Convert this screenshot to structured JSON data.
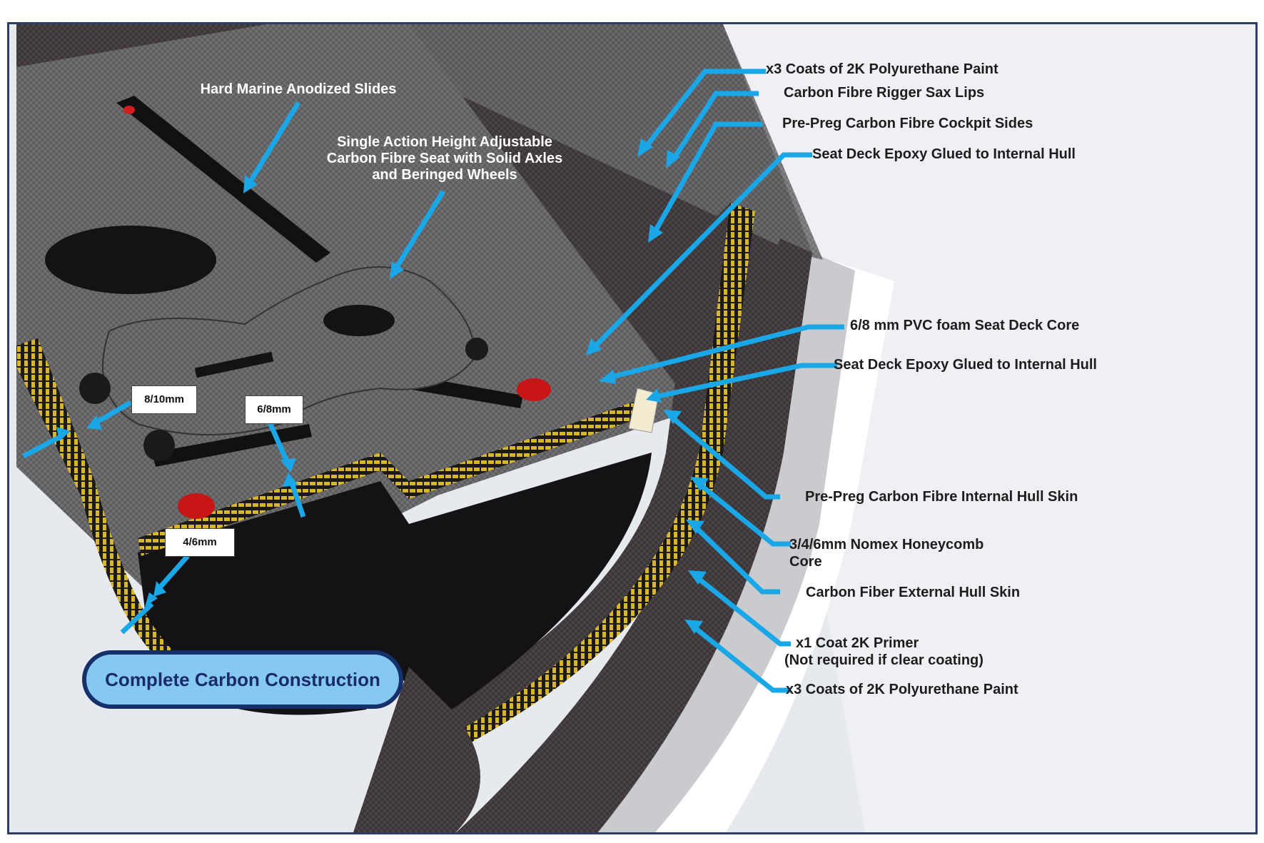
{
  "labels": {
    "paint_top": "x3 Coats of 2K  Polyurethane Paint",
    "rigger_lips": "Carbon Fibre Rigger Sax Lips",
    "cockpit_sides": "Pre-Preg Carbon Fibre Cockpit Sides",
    "seat_deck_glued_top": "Seat Deck  Epoxy Glued to Internal Hull",
    "pvc_core": "6/8 mm PVC foam Seat Deck Core",
    "seat_deck_glued": "Seat Deck Epoxy Glued to Internal Hull",
    "internal_skin": "Pre-Preg Carbon Fibre Internal Hull Skin",
    "nomex_line1": "3/4/6mm Nomex Honeycomb",
    "nomex_line2": "Core",
    "external_skin": "Carbon Fiber External Hull Skin",
    "primer_line1": "x1 Coat 2K Primer",
    "primer_line2": "(Not required if clear coating)",
    "paint_bottom": "x3 Coats of 2K Polyurethane Paint",
    "slides": "Hard Marine Anodized Slides",
    "seat_line1": "Single Action Height Adjustable",
    "seat_line2": "Carbon Fibre Seat with Solid Axles",
    "seat_line3": "and Beringed Wheels"
  },
  "dimensions": {
    "side": "8/10mm",
    "deck": "6/8mm",
    "bottom": "4/6mm"
  },
  "badge": "Complete Carbon Construction",
  "colors": {
    "arrow": "#1aa7e8",
    "carbon": "#3a3436",
    "honeycomb": "#d8b62a",
    "frame": "#2e3d66",
    "badge_fill": "#85c9f1",
    "badge_border": "#16306b"
  }
}
